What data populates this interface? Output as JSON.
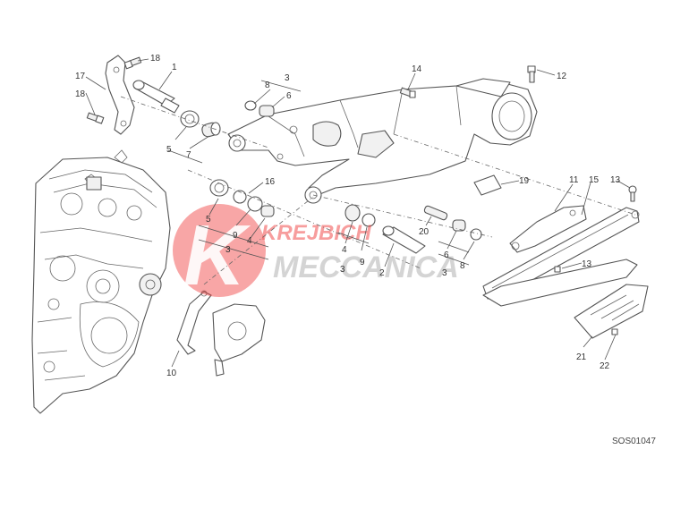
{
  "diagram": {
    "reference_code": "SOS01047",
    "watermark": {
      "line1": "KREJBICH",
      "line2": "MECCANICA",
      "initial": "K",
      "color": "#ee3f3f"
    },
    "callouts": [
      {
        "id": "c1",
        "label": "1"
      },
      {
        "id": "c2",
        "label": "2"
      },
      {
        "id": "c3a",
        "label": "3"
      },
      {
        "id": "c3b",
        "label": "3"
      },
      {
        "id": "c3c",
        "label": "3"
      },
      {
        "id": "c3d",
        "label": "3"
      },
      {
        "id": "c4a",
        "label": "4"
      },
      {
        "id": "c4b",
        "label": "4"
      },
      {
        "id": "c5a",
        "label": "5"
      },
      {
        "id": "c5b",
        "label": "5"
      },
      {
        "id": "c6a",
        "label": "6"
      },
      {
        "id": "c6b",
        "label": "6"
      },
      {
        "id": "c7",
        "label": "7"
      },
      {
        "id": "c8a",
        "label": "8"
      },
      {
        "id": "c8b",
        "label": "8"
      },
      {
        "id": "c9a",
        "label": "9"
      },
      {
        "id": "c9b",
        "label": "9"
      },
      {
        "id": "c10",
        "label": "10"
      },
      {
        "id": "c11",
        "label": "11"
      },
      {
        "id": "c12",
        "label": "12"
      },
      {
        "id": "c13a",
        "label": "13"
      },
      {
        "id": "c13b",
        "label": "13"
      },
      {
        "id": "c14",
        "label": "14"
      },
      {
        "id": "c15",
        "label": "15"
      },
      {
        "id": "c16",
        "label": "16"
      },
      {
        "id": "c17",
        "label": "17"
      },
      {
        "id": "c18a",
        "label": "18"
      },
      {
        "id": "c18b",
        "label": "18"
      },
      {
        "id": "c19",
        "label": "19"
      },
      {
        "id": "c20",
        "label": "20"
      },
      {
        "id": "c21",
        "label": "21"
      },
      {
        "id": "c22",
        "label": "22"
      }
    ]
  }
}
